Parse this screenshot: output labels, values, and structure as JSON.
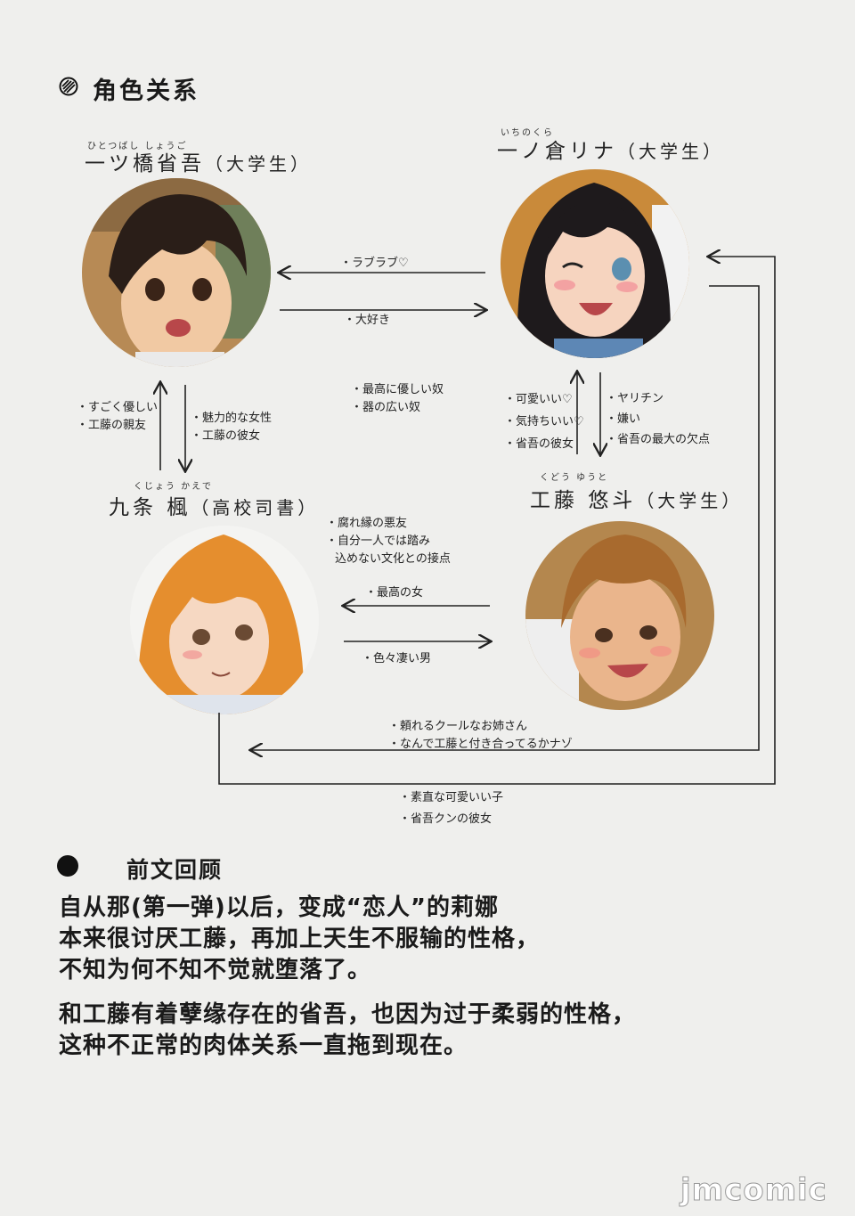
{
  "header": {
    "title": "角色关系"
  },
  "characters": [
    {
      "id": "shogo",
      "ruby": "ひとつばし しょうご",
      "name": "一ツ橋省吾",
      "role": "（大学生）"
    },
    {
      "id": "rina",
      "ruby": "いちのくら",
      "name": "一ノ倉リナ",
      "role": "（大学生）"
    },
    {
      "id": "kaede",
      "ruby": "くじょう かえで",
      "name": "九条 楓",
      "role": "（高校司書）"
    },
    {
      "id": "kudo",
      "ruby": "くどう ゆうと",
      "name": "工藤 悠斗",
      "role": "（大学生）"
    }
  ],
  "relations": {
    "rina_to_shogo": [
      "・ラブラブ♡"
    ],
    "shogo_to_rina": [
      "・大好き"
    ],
    "kaede_to_shogo": [
      "・すごく優しい",
      "・工藤の親友"
    ],
    "shogo_to_kaede": [
      "・魅力的な女性",
      "・工藤の彼女"
    ],
    "center": [
      "・最高に優しい奴",
      "・器の広い奴"
    ],
    "kudo_to_rina": [
      "・可愛いい♡",
      "・気持ちいい♡",
      "・省吾の彼女"
    ],
    "rina_to_kudo": [
      "・ヤリチン",
      "・嫌い",
      "・省吾の最大の欠点"
    ],
    "kaede_note": [
      "・腐れ縁の悪友",
      "・自分一人では踏み",
      "込めない文化との接点"
    ],
    "kudo_to_kaede": [
      "・最高の女"
    ],
    "kaede_to_kudo": [
      "・色々凄い男"
    ],
    "rina_to_kaede": [
      "・頼れるクールなお姉さん",
      "・なんで工藤と付き合ってるかナゾ"
    ],
    "kaede_to_rina": [
      "・素直な可愛いい子",
      "・省吾クンの彼女"
    ]
  },
  "recap": {
    "title": "前文回顾",
    "paragraph1": [
      "自从那(第一弹)以后，变成“恋人”的莉娜",
      "本来很讨厌工藤，再加上天生不服输的性格，",
      "不知为何不知不觉就堕落了。"
    ],
    "paragraph2": [
      "和工藤有着孽缘存在的省吾，也因为过于柔弱的性格，",
      "这种不正常的肉体关系一直拖到现在。"
    ]
  },
  "watermark": "jmcomic",
  "icons": [
    "scribble-bullet-icon",
    "black-dot-icon"
  ]
}
